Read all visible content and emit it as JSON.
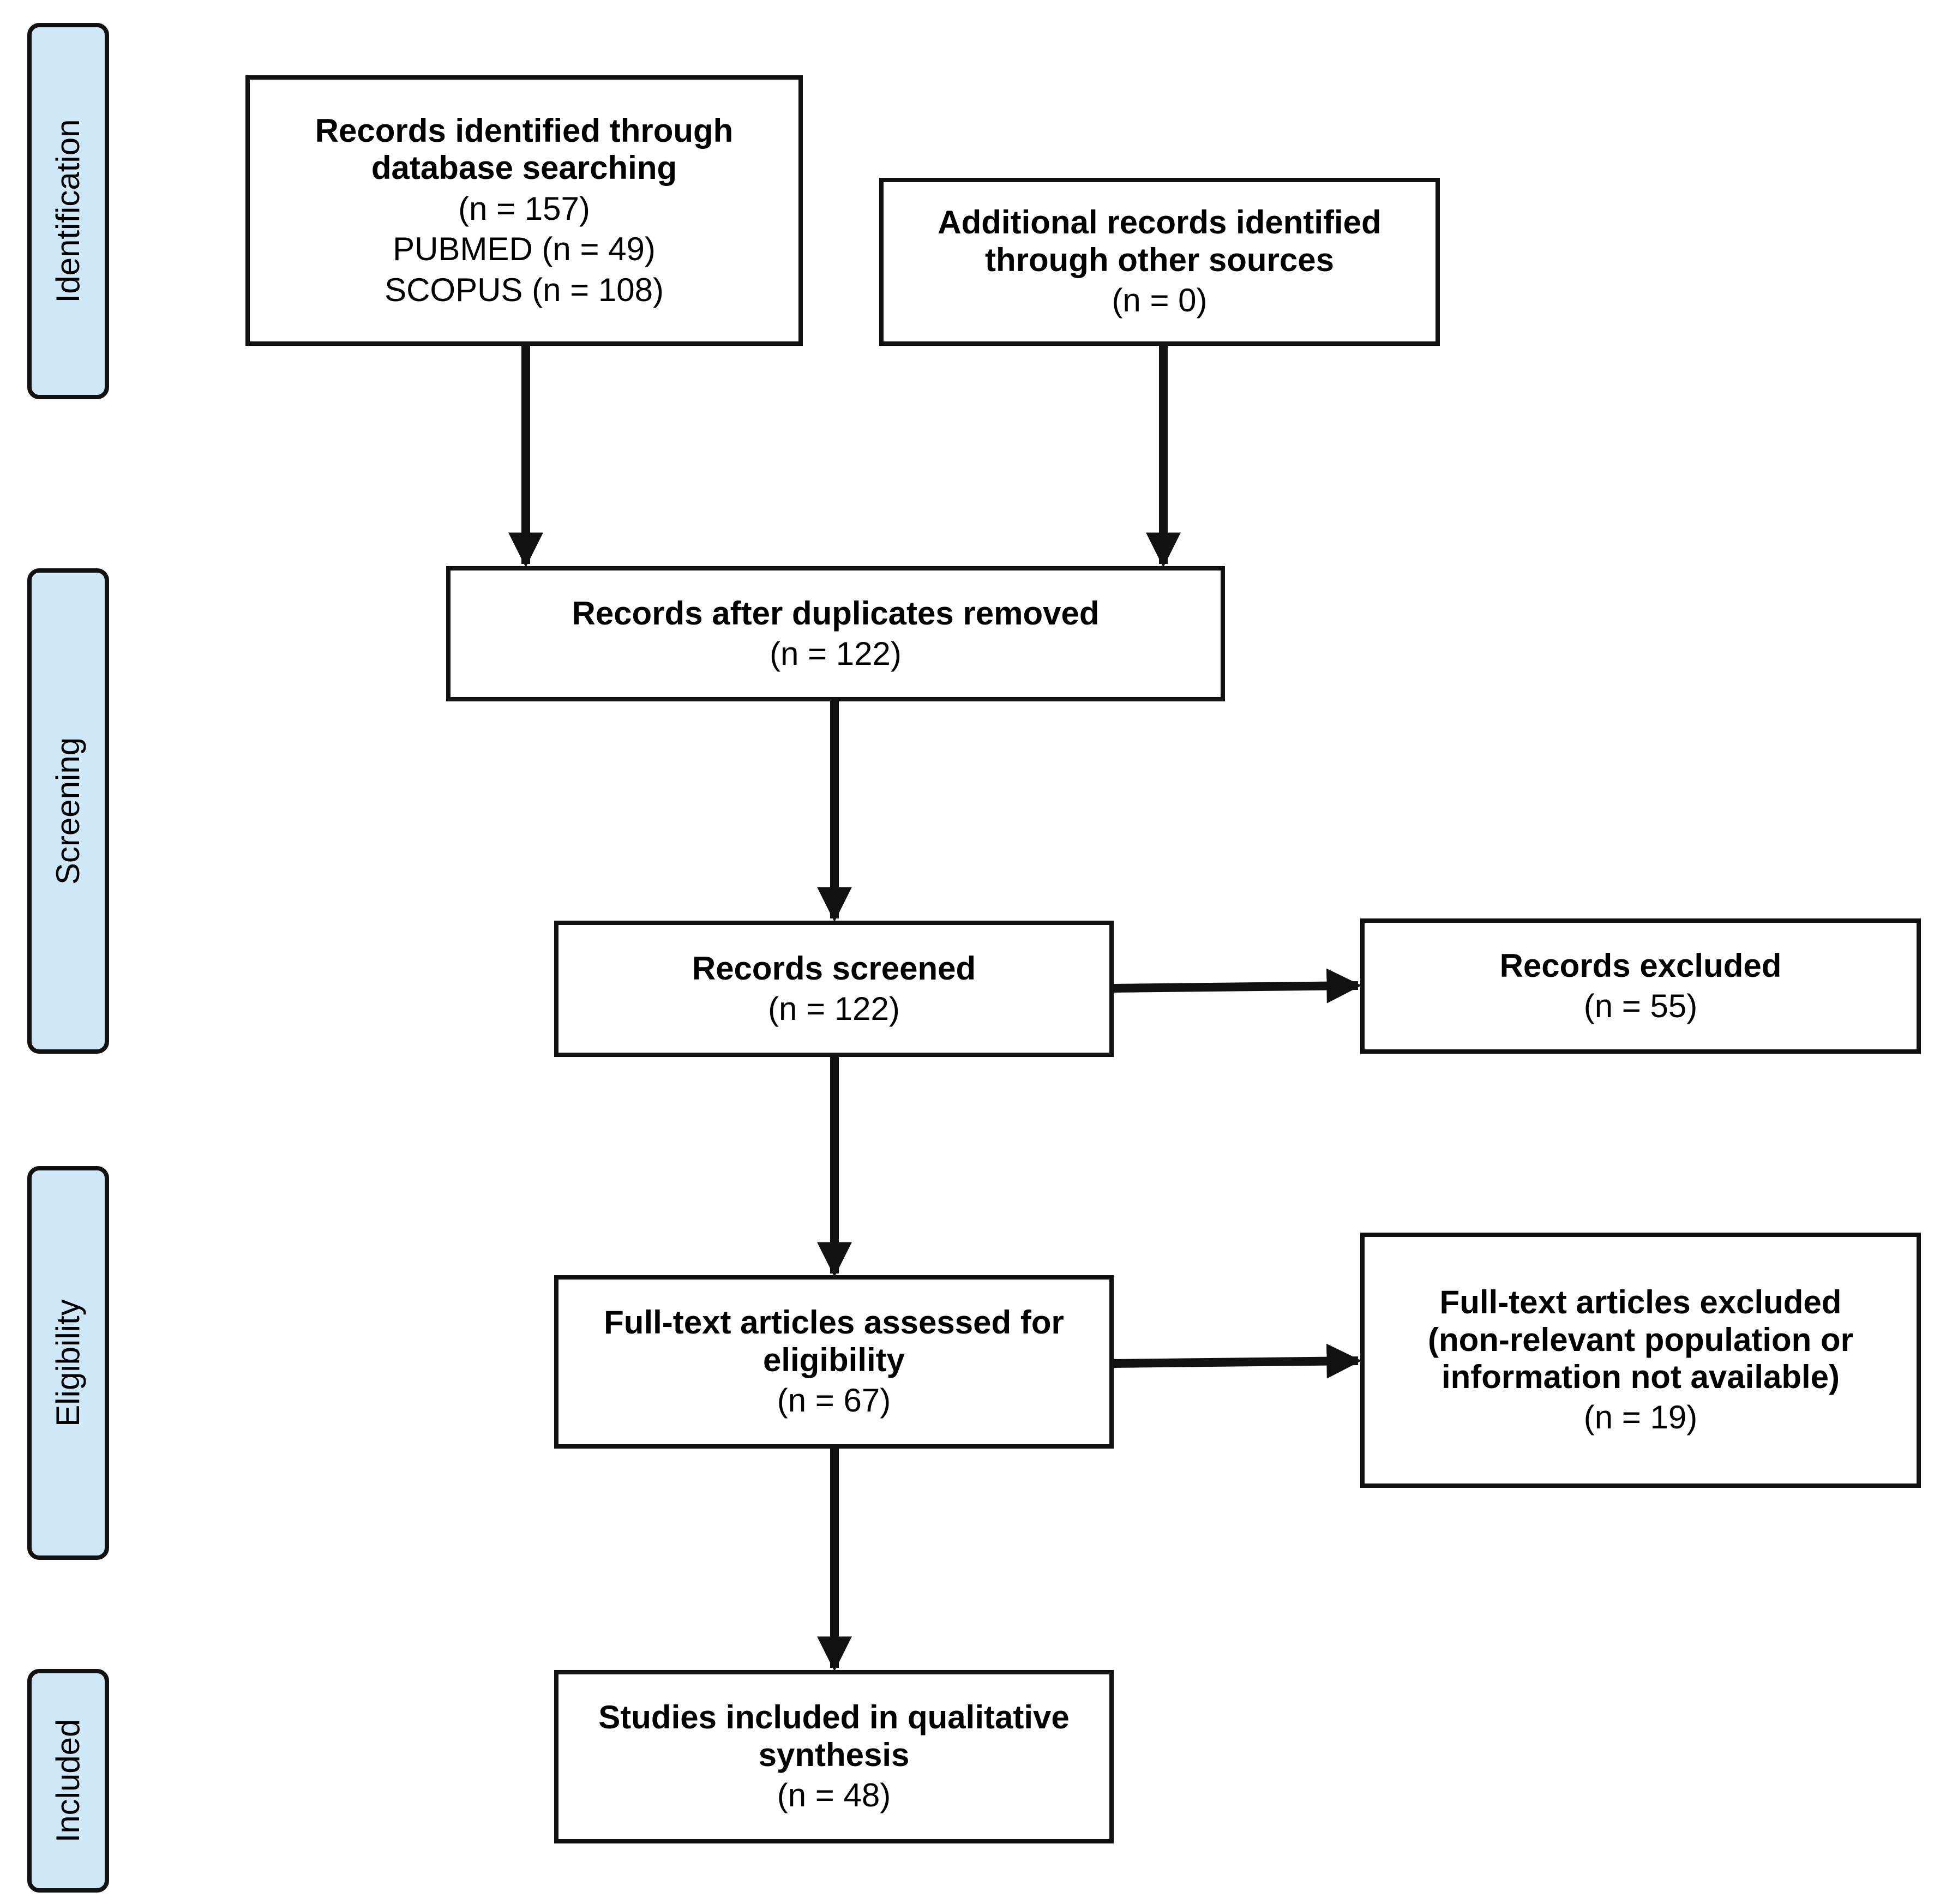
{
  "stages": {
    "identification": "Identification",
    "screening": "Screening",
    "eligibility": "Eligibility",
    "included": "Included"
  },
  "boxes": {
    "database": {
      "title_1": "Records identified through",
      "title_2": "database searching",
      "line_1": "(n = 157)",
      "line_2": "PUBMED (n = 49)",
      "line_3": "SCOPUS (n = 108)"
    },
    "other_sources": {
      "title_1": "Additional records identified",
      "title_2": "through other sources",
      "line_1": "(n = 0)"
    },
    "duplicates_removed": {
      "title_1": "Records after duplicates removed",
      "line_1": "(n = 122)"
    },
    "screened": {
      "title_1": "Records screened",
      "line_1": "(n = 122)"
    },
    "excluded": {
      "title_1": "Records excluded",
      "line_1": "(n = 55)"
    },
    "full_text_assessed": {
      "title_1": "Full-text articles assessed for",
      "title_2": "eligibility",
      "line_1": "(n = 67)"
    },
    "full_text_excluded": {
      "title_1": "Full-text articles excluded",
      "title_2": "(non-relevant population or",
      "title_3": "information not available)",
      "line_1": "(n = 19)"
    },
    "included": {
      "title_1": "Studies included in qualitative",
      "title_2": "synthesis",
      "line_1": "(n = 48)"
    }
  },
  "colors": {
    "stage_fill": "#cfe8f7",
    "stroke": "#111111",
    "box_fill": "#ffffff"
  }
}
